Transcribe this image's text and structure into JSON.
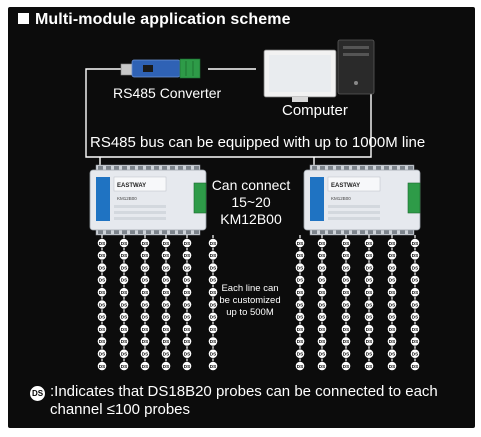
{
  "title": "Multi-module application scheme",
  "converter": {
    "label": "RS485 Converter"
  },
  "computer": {
    "label": "Computer"
  },
  "bus": {
    "label": "RS485 bus can be equipped with up to 1000M line"
  },
  "module": {
    "brand": "EASTWAY",
    "model": "KM12B00"
  },
  "connect_note": {
    "line1": "Can connect",
    "line2": "15~20",
    "line3": "KM12B00"
  },
  "line_note": {
    "line1": "Each line can",
    "line2": "be customized",
    "line3": "up to 500M"
  },
  "probe_icon": {
    "text": "DS"
  },
  "legend": {
    "icon": "DS",
    "text": ":Indicates that DS18B20 probes can be connected to each channel ≤100 probes"
  },
  "footer": "",
  "colors": {
    "background": "#0c0c0c",
    "foreground": "#ffffff",
    "module_body": "#e6e9ee",
    "module_accent": "#1f73c2",
    "terminal_green": "#2e9b48"
  }
}
